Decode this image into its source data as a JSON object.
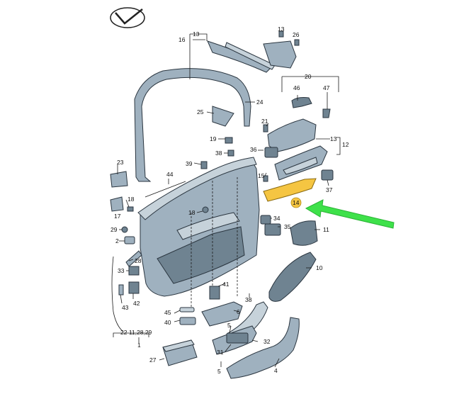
{
  "labels": {
    "l1": "1",
    "l2": "2",
    "l4": "4",
    "l5": "5",
    "l6": "6",
    "l10": "10",
    "l11": "11",
    "l12": "12",
    "l13a": "13",
    "l13b": "13",
    "l14": "14",
    "l15": "15",
    "l16": "16",
    "l17": "17",
    "l18a": "18",
    "l18b": "18",
    "l19": "19",
    "l20": "20",
    "l21": "21",
    "l23": "23",
    "l24": "24",
    "l25": "25",
    "l26": "26",
    "l27": "27",
    "l28": "28",
    "l29": "29",
    "l31": "31",
    "l32": "32",
    "l33": "33",
    "l34": "34",
    "l35": "35",
    "l36": "36",
    "l37": "37",
    "l38": "38",
    "l39": "39",
    "l40": "40",
    "l41": "41",
    "l42": "42",
    "l43": "43",
    "l44": "44",
    "l45": "45",
    "l46": "46",
    "l47": "47",
    "l22group": "22 11,28,29"
  },
  "colors": {
    "highlight": "#f5c542",
    "arrow": "#3ee14a",
    "part": "#9fb1bf"
  },
  "icons": {
    "logo": "checkmark-in-circle-icon"
  }
}
